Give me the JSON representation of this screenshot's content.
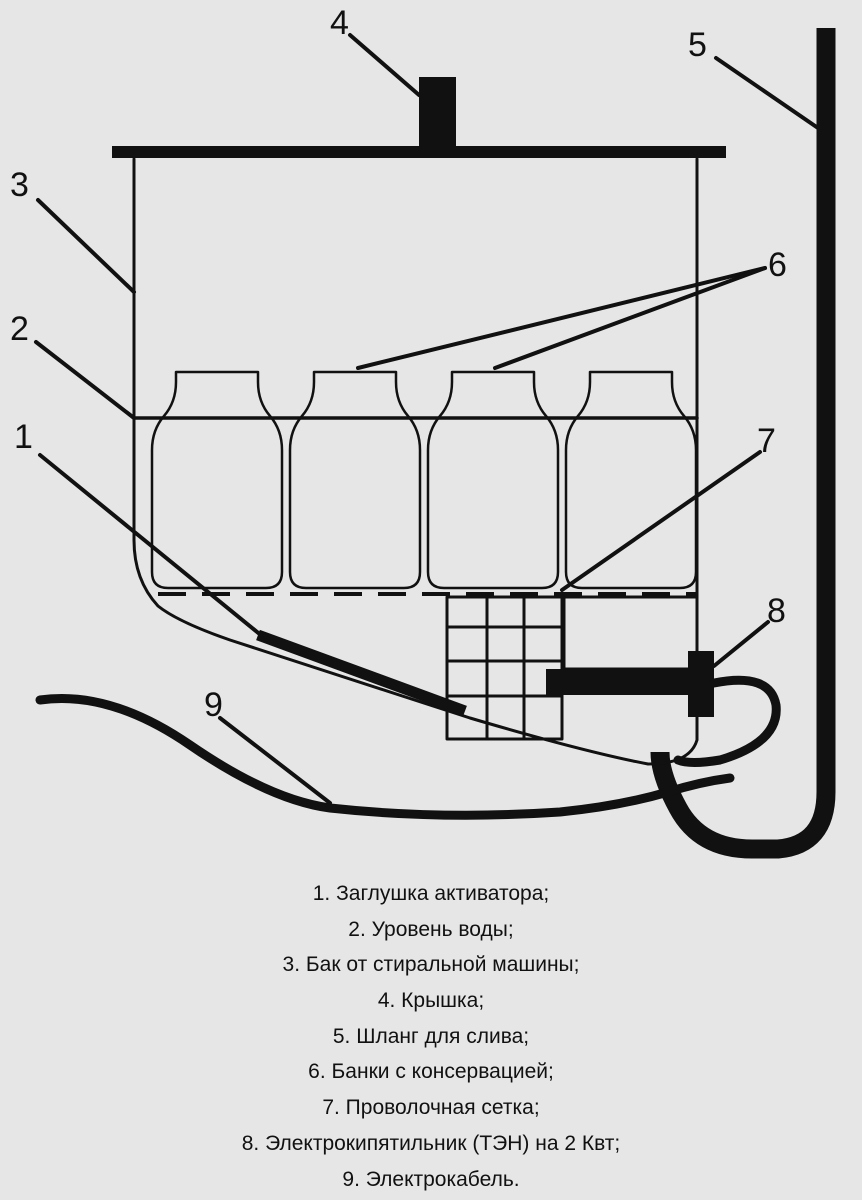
{
  "callouts": [
    "1",
    "2",
    "3",
    "4",
    "5",
    "6",
    "7",
    "8",
    "9"
  ],
  "legend": [
    "1. Заглушка активатора;",
    "2. Уровень воды;",
    "3. Бак от стиральной машины;",
    "4. Крышка;",
    "5. Шланг для слива;",
    "6. Банки с консервацией;",
    "7. Проволочная сетка;",
    "8. Электрокипятильник (ТЭН) на 2 Квт;",
    "9. Электрокабель."
  ],
  "colors": {
    "background": "#e6e6e6",
    "ink": "#111111"
  }
}
